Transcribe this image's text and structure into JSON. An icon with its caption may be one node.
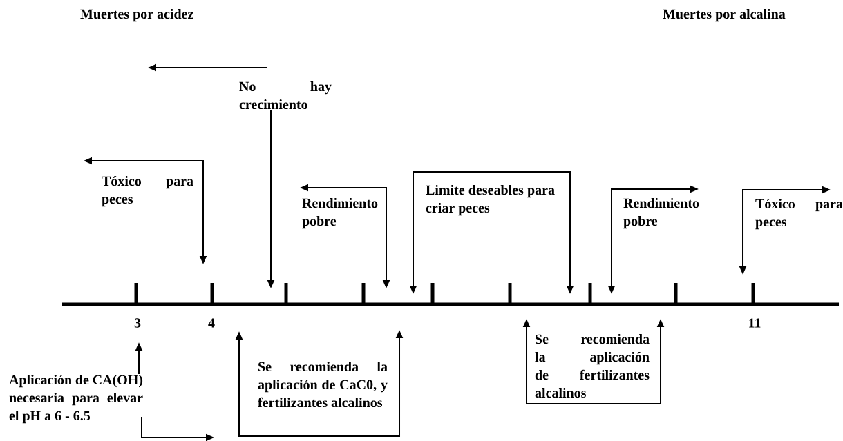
{
  "diagram": {
    "nodes": [
      {
        "text": [
          "No hay crecimiento"
        ]
      },
      {
        "text": [
          "Aplicación de CA(OH) necesaria para elevar el pH a 6 - 6.5"
        ]
      }
    ],
    "edges": [
      {
        "from": 0,
        "to": null,
        "arrow": "to"
      },
      {
        "from": 1,
        "to": null,
        "arrow": "to"
      },
      {
        "from": 1,
        "to": null,
        "arrow": "to"
      }
    ],
    "labels": [
      "Muertes por acidez",
      "Muertes por alcalina",
      "Tóxico para peces",
      "Rendimiento pobre",
      "Limite deseables para criar peces",
      "Rendimiento pobre",
      "Tóxico para peces",
      "3",
      "4",
      "11",
      "Se recomienda la aplicación de CaC0, y fertilizantes alcalinos",
      "Se recomienda la aplicación de fertilizantes alcalinos"
    ]
  }
}
